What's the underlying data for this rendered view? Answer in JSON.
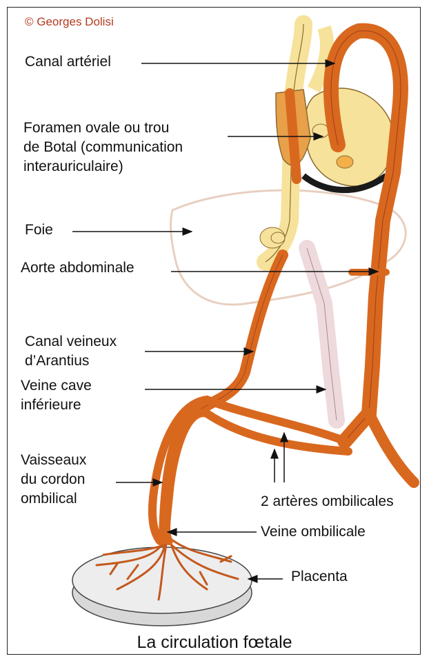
{
  "copyright": "© Georges Dolisi",
  "labels": {
    "canal_arteriel": "Canal artériel",
    "foramen_1": "Foramen ovale ou trou",
    "foramen_2": "de Botal (communication",
    "foramen_3": "interauriculaire)",
    "foie": "Foie",
    "aorte": "Aorte abdominale",
    "canal_veineux_1": "Canal veineux",
    "canal_veineux_2": "d’Arantius",
    "veine_cave_1": "Veine cave",
    "veine_cave_2": "inférieure",
    "vaisseaux_1": "Vaisseaux",
    "vaisseaux_2": "du cordon",
    "vaisseaux_3": "ombilical",
    "arteres": "2 artères ombilicales",
    "veine_ombilicale": "Veine ombilicale",
    "placenta": "Placenta"
  },
  "caption": "La circulation fœtale",
  "colors": {
    "artery": "#d9681f",
    "artery_dark": "#a8441a",
    "vein_yellow": "#f6e29a",
    "vein_pink": "#eed9dd",
    "liver_outline": "#e8cfc0",
    "copyright": "#b23a1e"
  }
}
